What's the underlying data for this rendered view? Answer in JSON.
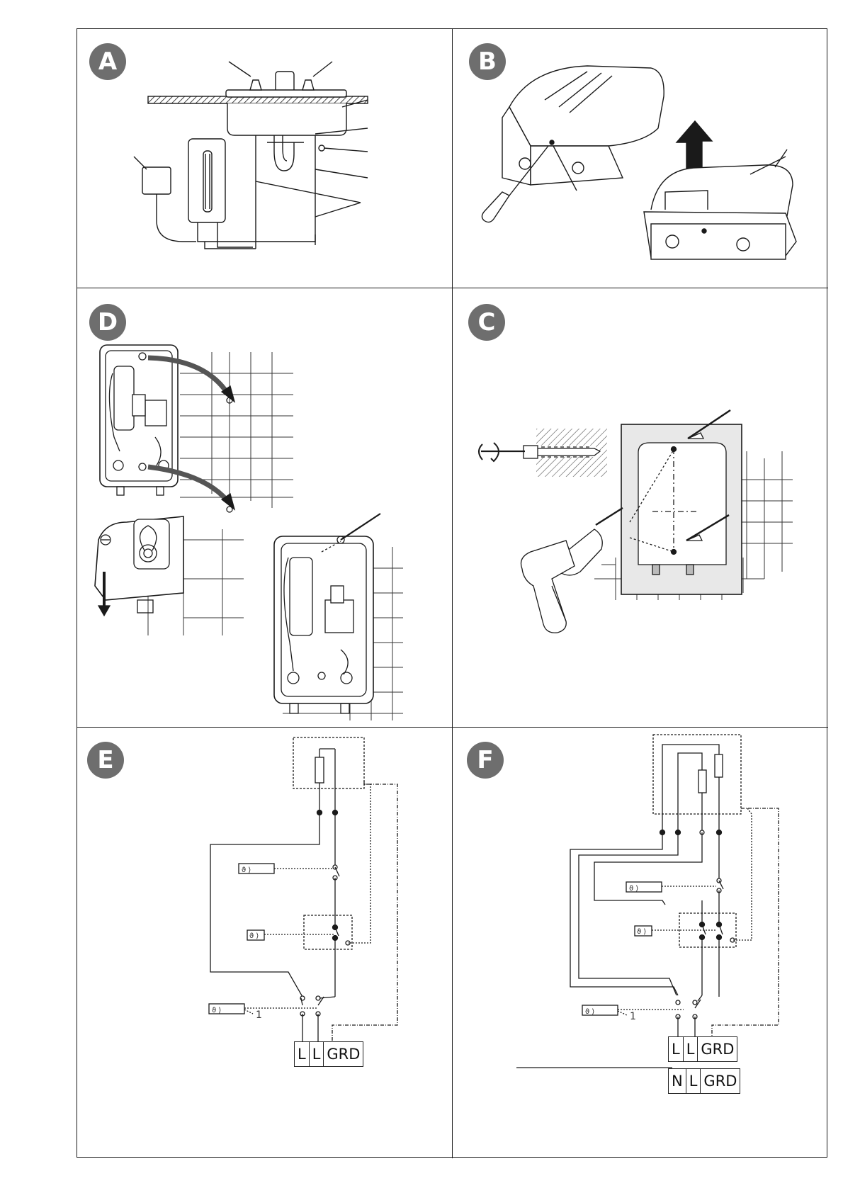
{
  "panels": {
    "a": {
      "letter": "A"
    },
    "b": {
      "letter": "B"
    },
    "d": {
      "letter": "D"
    },
    "c": {
      "letter": "C"
    },
    "e": {
      "letter": "E",
      "terminals": [
        "L",
        "L",
        "GRD"
      ],
      "switch_number": "1"
    },
    "f": {
      "letter": "F",
      "terminals_top": [
        "L",
        "L",
        "GRD"
      ],
      "terminals_bottom": [
        "N",
        "L",
        "GRD"
      ],
      "switch_number": "1"
    }
  },
  "colors": {
    "badge": "#6e6e6e",
    "line": "#1a1a1a",
    "hatch": "#555555"
  }
}
